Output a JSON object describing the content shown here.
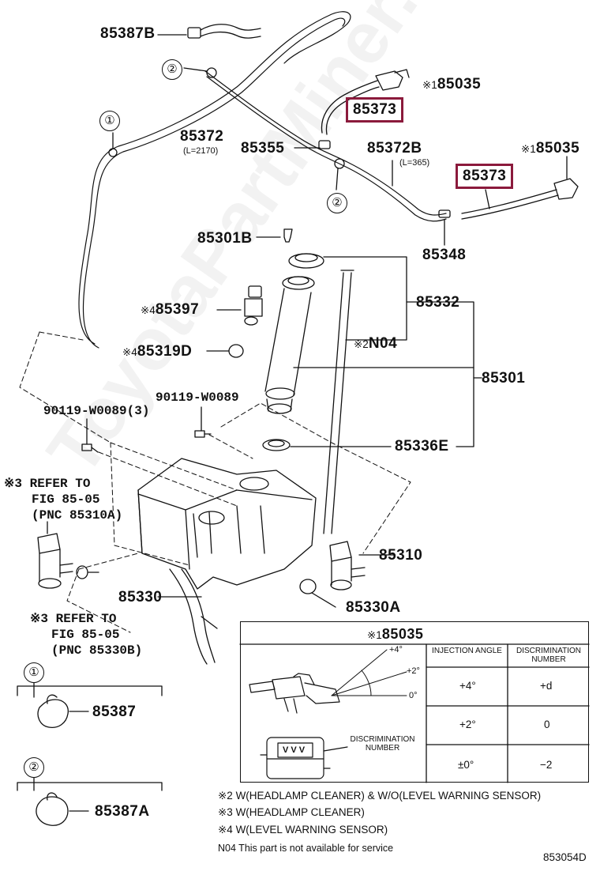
{
  "watermark": "ToyotaPartMiner.ru",
  "callouts": {
    "c1": "①",
    "c2a": "②",
    "c2b": "②",
    "c1_legend": "①",
    "c2_legend": "②"
  },
  "labels": {
    "p85387B": "85387B",
    "p85035_top_mark": "※1",
    "p85035_top": "85035",
    "p85373_top": "85373",
    "p85372": "85372",
    "p85372_len": "(L=2170)",
    "p85355": "85355",
    "p85372B": "85372B",
    "p85372B_len": "(L=365)",
    "p85035_right_mark": "※1",
    "p85035_right": "85035",
    "p85373_right": "85373",
    "p85301B": "85301B",
    "p85348": "85348",
    "p85332": "85332",
    "p85397_mark": "※4",
    "p85397": "85397",
    "pN04_mark": "※2",
    "pN04": "N04",
    "p85319D_mark": "※4",
    "p85319D": "85319D",
    "p85301": "85301",
    "p90119_a": "90119-W0089",
    "p90119_b": "90119-W0089(3)",
    "p85336E": "85336E",
    "ref1_line1": "※3 REFER TO",
    "ref1_line2": "FIG 85-05",
    "ref1_line3": "(PNC 85310A)",
    "p85310": "85310",
    "p85330": "85330",
    "p85330A": "85330A",
    "ref2_line1": "※3 REFER TO",
    "ref2_line2": "FIG 85-05",
    "ref2_line3": "(PNC 85330B)",
    "p85387": "85387",
    "p85387A": "85387A"
  },
  "detail_table": {
    "title_mark": "※1",
    "title_part": "85035",
    "col_header_1": "INJECTION ANGLE",
    "col_header_2": "DISCRIMINATION NUMBER",
    "rows": [
      {
        "angle": "+4°",
        "number": "+d"
      },
      {
        "angle": "+2°",
        "number": "0"
      },
      {
        "angle": "±0°",
        "number": "−2"
      }
    ],
    "angle_marks": [
      "+4°",
      "+2°",
      "0°"
    ],
    "disc_label": "DISCRIMINATION NUMBER",
    "plug_marks": "V  V  V"
  },
  "notes": [
    "※2 W(HEADLAMP CLEANER) & W/O(LEVEL WARNING SENSOR)",
    "※3 W(HEADLAMP CLEANER)",
    "※4 W(LEVEL WARNING SENSOR)",
    "N04  This part is not available for service"
  ],
  "diagram_code": "853054D",
  "colors": {
    "highlight": "#8b1a3c",
    "ink": "#111111"
  }
}
